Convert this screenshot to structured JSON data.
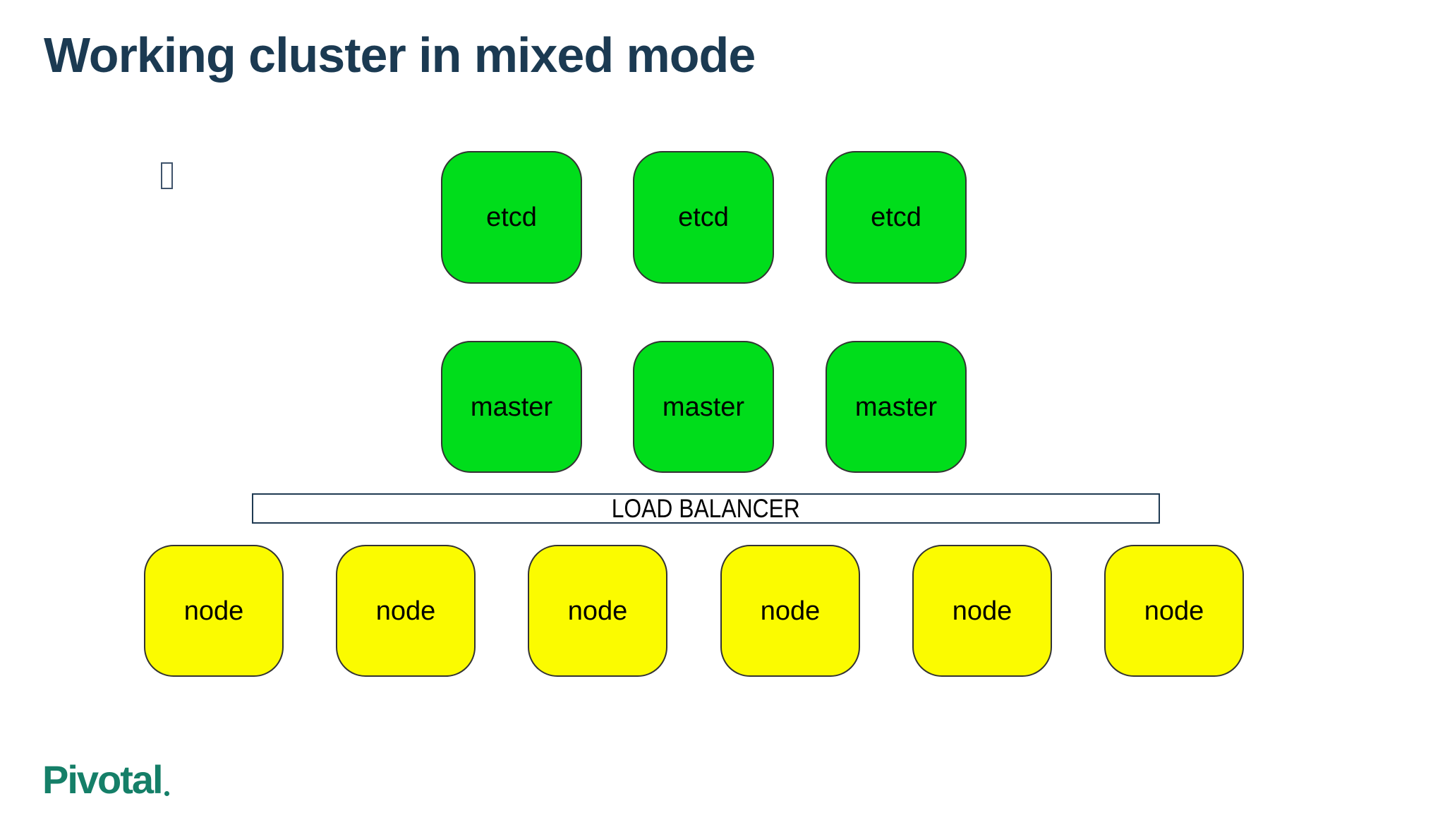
{
  "title": "Working cluster in mixed mode",
  "diagram": {
    "etcd_row": {
      "labels": [
        "etcd",
        "etcd",
        "etcd"
      ]
    },
    "master_row": {
      "labels": [
        "master",
        "master",
        "master"
      ]
    },
    "load_balancer": {
      "label": "LOAD BALANCER"
    },
    "node_row": {
      "labels": [
        "node",
        "node",
        "node",
        "node",
        "node",
        "node"
      ]
    }
  },
  "footer": {
    "logo_text": "Pivotal"
  },
  "colors": {
    "etcd_master_fill": "#00dd1b",
    "node_fill": "#fbfb00",
    "box_border": "#333333",
    "title_text": "#1b3a52",
    "load_balancer_border": "#1f3a52",
    "label_text": "#000000",
    "logo_teal": "#157f68",
    "background": "#ffffff"
  }
}
